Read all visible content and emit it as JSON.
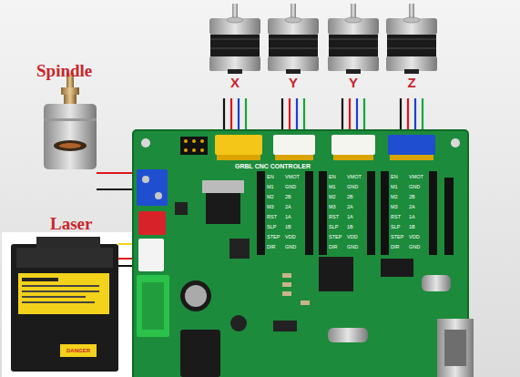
{
  "diagram": {
    "labels": [
      "Spindle",
      "Laser",
      "X",
      "Y",
      "Y",
      "Z",
      "GRBL CNC CONTROLER",
      "DANGER",
      "EN",
      "VMOT",
      "M1",
      "GND",
      "M2",
      "2B",
      "M3",
      "2A",
      "RST",
      "1A",
      "SLP",
      "1B",
      "STEP",
      "VDD",
      "DIR",
      "GND",
      "EN",
      "VMOT",
      "M1",
      "GND",
      "M2",
      "2B",
      "M3",
      "2A",
      "RST",
      "1A",
      "SLP",
      "1B",
      "STEP",
      "VDD",
      "DIR",
      "GND",
      "EN",
      "VMOT",
      "M1",
      "GND",
      "M2",
      "2B",
      "M3",
      "2A",
      "RST",
      "1A",
      "SLP",
      "1B",
      "STEP",
      "VDD",
      "DIR",
      "GND"
    ]
  }
}
